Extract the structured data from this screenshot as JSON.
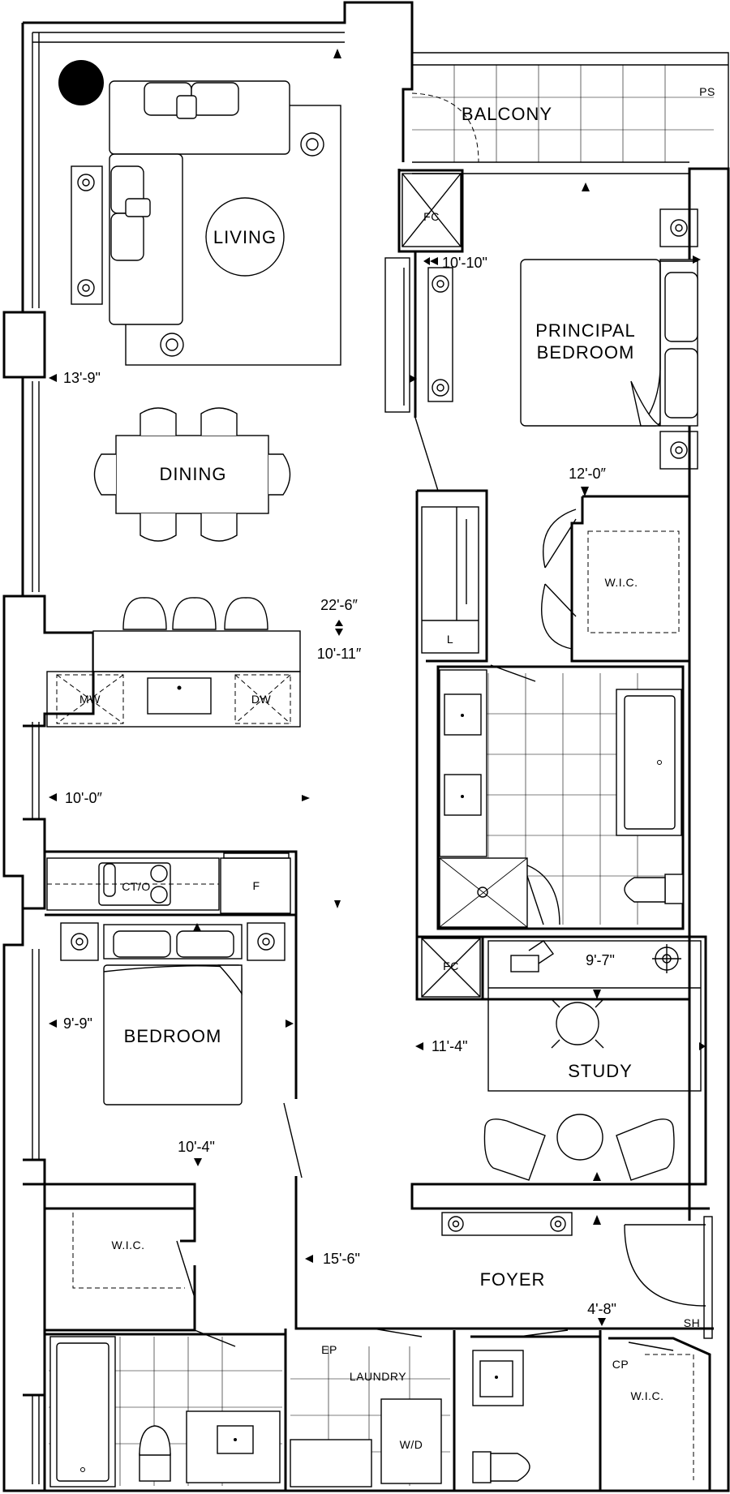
{
  "rooms": {
    "balcony": "BALCONY",
    "living": "LIVING",
    "dining": "DINING",
    "principal_bedroom_line1": "PRINCIPAL",
    "principal_bedroom_line2": "BEDROOM",
    "bedroom": "BEDROOM",
    "study": "STUDY",
    "foyer": "FOYER",
    "laundry": "LAUNDRY",
    "wic_principal": "W.I.C.",
    "wic_bedroom": "W.I.C.",
    "wic_foyer": "W.I.C."
  },
  "fixtures": {
    "ps": "PS",
    "fc_top": "FC",
    "fc_bottom": "FC",
    "linen": "L",
    "microwave": "MW",
    "dishwasher": "DW",
    "cooktop_oven": "CT/O",
    "fridge": "F",
    "electrical_panel": "EP",
    "washer_dryer": "W/D",
    "coat_closet": "CP",
    "shoe_closet": "SH"
  },
  "dimensions": {
    "principal_width": "10'-10\"",
    "living_width": "13'-9\"",
    "principal_length": "12'-0″",
    "overall_length": "22'-6″",
    "kitchen_length": "10'-11″",
    "kitchen_width": "10'-0″",
    "study_length": "9'-7\"",
    "bedroom_width": "9'-9\"",
    "study_width": "11'-4\"",
    "bedroom_length": "10'-4\"",
    "foyer_width": "15'-6\"",
    "foyer_length": "4'-8\""
  }
}
